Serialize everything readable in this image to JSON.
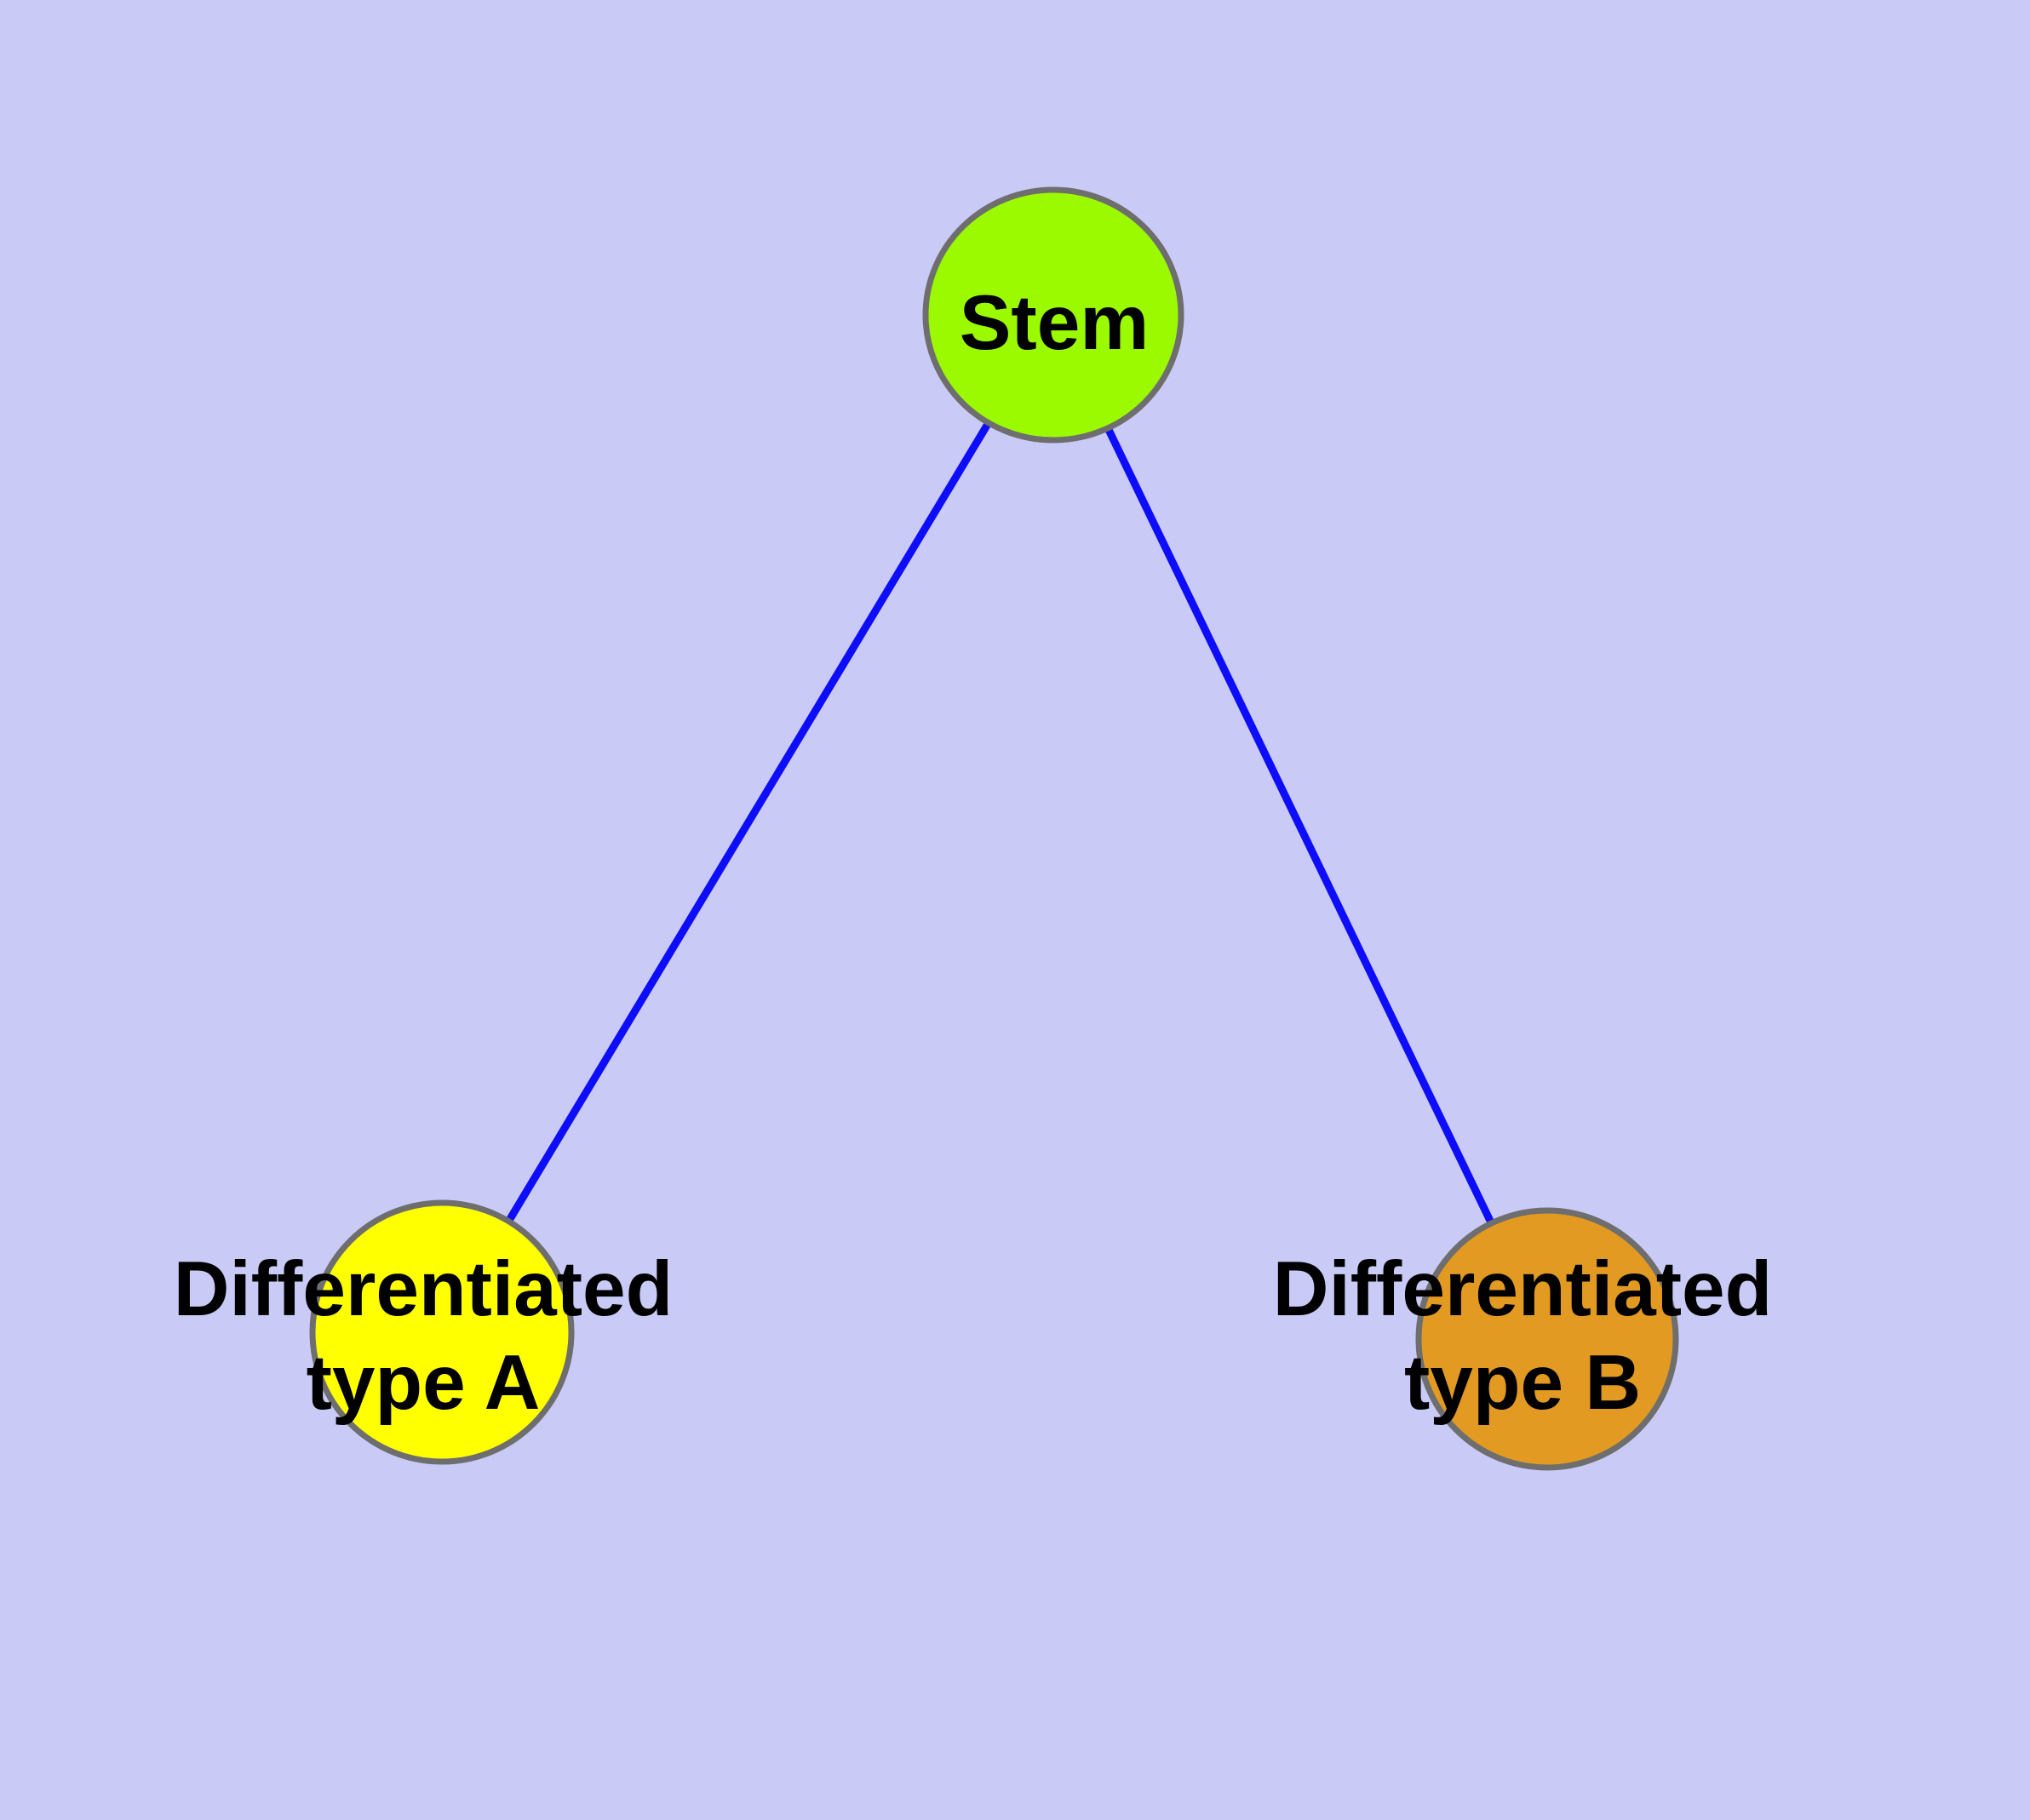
{
  "diagram": {
    "background_color": "#CACAF7",
    "edge_color": "#0D0DFA",
    "node_border_color": "#6E6E6E",
    "label_color": "#000000",
    "nodes": {
      "stem": {
        "label": "Stem",
        "fill": "#9BFA00"
      },
      "type_a": {
        "label_line1": "Differentiated",
        "label_line2": "type A",
        "fill": "#FFFF00"
      },
      "type_b": {
        "label_line1": "Differentiated",
        "label_line2": "type B",
        "fill": "#E29A22"
      }
    },
    "edges": [
      {
        "from": "Stem",
        "to": "Differentiated type A"
      },
      {
        "from": "Stem",
        "to": "Differentiated type B"
      }
    ]
  }
}
